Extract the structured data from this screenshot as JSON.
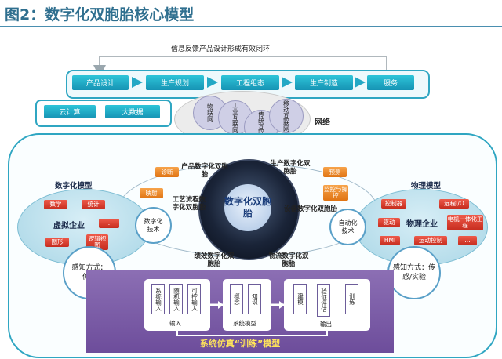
{
  "figure_title": "图2：数字化双胞胎核心模型",
  "feedback_loop": {
    "label": "信息反馈产品设计形成有效闭环",
    "stages": [
      "产品设计",
      "生产规划",
      "工程组态",
      "生产制造",
      "服务"
    ]
  },
  "technologies": [
    "云计算",
    "大数据"
  ],
  "network": {
    "label": "网络",
    "nodes": [
      "物联网",
      "工业互联网",
      "传统互联网",
      "移动互联网"
    ]
  },
  "core": {
    "label": "数字化双胞胎",
    "twins": [
      "产品数字化双胞胎",
      "生产数字化双胞胎",
      "工艺流程数字化双胞胎",
      "设备数字化双胞胎",
      "绩效数字化双胞胎",
      "物流数字化双胞胎"
    ]
  },
  "center_tags": [
    "诊断",
    "映射",
    "预测",
    "监控与操控"
  ],
  "digital_model": {
    "title": "数字化模型",
    "enterprise": "虚拟企业",
    "tags": [
      "数学",
      "统计",
      "图形",
      "逻辑视图",
      "..."
    ],
    "tech": "数字化技术",
    "sensing": "感知方式：仿真"
  },
  "physical_model": {
    "title": "物理模型",
    "enterprise": "物理企业",
    "tags": [
      "控制器",
      "远程I/O",
      "驱动",
      "电机一体化工程",
      "HMI",
      "运动控制",
      "..."
    ],
    "tech": "自动化技术",
    "sensing": "感知方式：传感/实验"
  },
  "simulation": {
    "title": "系统仿真“训练”模型",
    "input_items": [
      "系统输入",
      "随机输入",
      "可控输入"
    ],
    "input_label": "输入",
    "system_items": [
      "概念",
      "知识"
    ],
    "system_label": "系统模型",
    "output_items": [
      "建模",
      "验证评估",
      "训练"
    ],
    "output_label": "输出"
  },
  "colors": {
    "accent": "#2fa6c2",
    "stage": "#1693b4",
    "orange": "#e07413",
    "red": "#c62c1e",
    "purple": "#6d4d9b"
  }
}
